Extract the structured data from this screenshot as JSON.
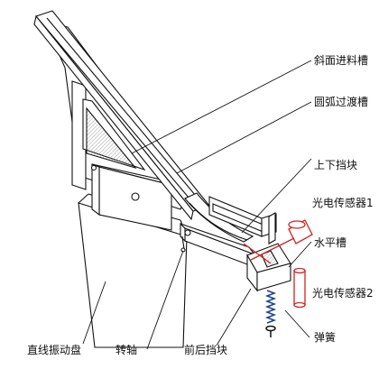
{
  "labels": {
    "inclined_feed_chute": "斜面进料槽",
    "arc_transition_chute": "圆弧过渡槽",
    "upper_lower_stop": "上下挡块",
    "photo_sensor_1": "光电传感器1",
    "horizontal_slot": "水平槽",
    "photo_sensor_2": "光电传感器2",
    "spring": "弹簧",
    "linear_vibratory_feeder": "直线振动盘",
    "rotating_shaft": "转轴",
    "front_rear_stop": "前后挡块"
  },
  "colors": {
    "line": "#111111",
    "sensor": "#d62020",
    "spring": "#1f3f8f",
    "hatch": "#777777"
  }
}
